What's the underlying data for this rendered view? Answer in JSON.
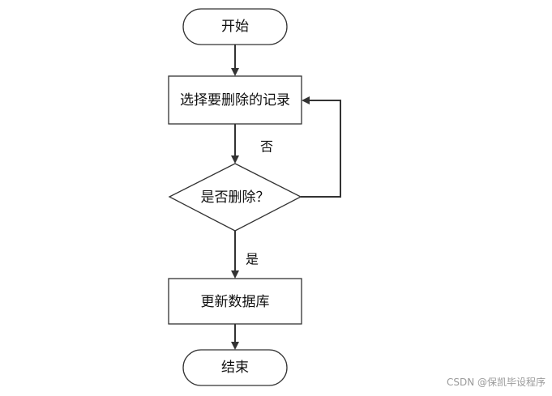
{
  "flowchart": {
    "nodes": {
      "start": {
        "label": "开始"
      },
      "select": {
        "label": "选择要删除的记录"
      },
      "decision": {
        "label": "是否删除？"
      },
      "update": {
        "label": "更新数据库"
      },
      "end": {
        "label": "结束"
      }
    },
    "edges": {
      "no_label": "否",
      "yes_label": "是"
    }
  },
  "watermark": {
    "text": "CSDN @保凯毕设程序"
  },
  "colors": {
    "stroke": "#333333",
    "text": "#111111",
    "watermark": "#9a9a9a"
  }
}
